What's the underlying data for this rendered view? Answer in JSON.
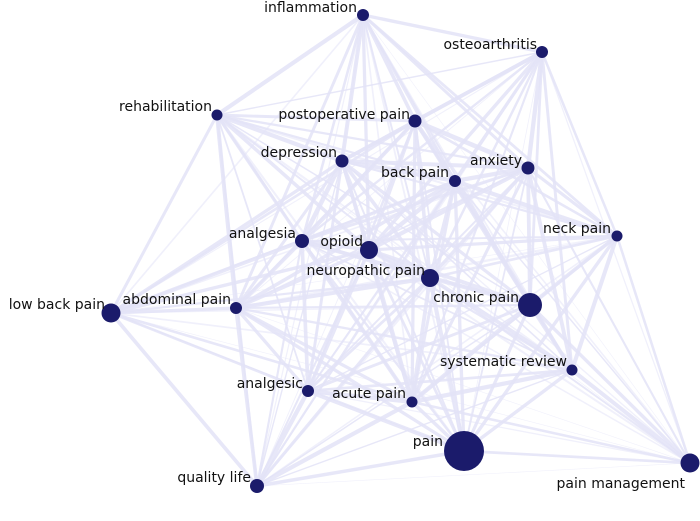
{
  "diagram": {
    "type": "keyword co-occurrence network",
    "colors": {
      "node": "#1b1b6b",
      "edge": "#e3e3f7",
      "label": "#111111",
      "background": "#ffffff"
    },
    "nodes": [
      {
        "id": "inflammation",
        "label": "inflammation",
        "size": 6
      },
      {
        "id": "osteoarthritis",
        "label": "osteoarthritis",
        "size": 6
      },
      {
        "id": "rehabilitation",
        "label": "rehabilitation",
        "size": 5.5
      },
      {
        "id": "postoperative-pain",
        "label": "postoperative pain",
        "size": 6.5
      },
      {
        "id": "depression",
        "label": "depression",
        "size": 6.5
      },
      {
        "id": "back-pain",
        "label": "back pain",
        "size": 6
      },
      {
        "id": "anxiety",
        "label": "anxiety",
        "size": 6.5
      },
      {
        "id": "neck-pain",
        "label": "neck pain",
        "size": 5.5
      },
      {
        "id": "analgesia",
        "label": "analgesia",
        "size": 7
      },
      {
        "id": "opioid",
        "label": "opioid",
        "size": 9
      },
      {
        "id": "neuropathic-pain",
        "label": "neuropathic pain",
        "size": 9
      },
      {
        "id": "low-back-pain",
        "label": "low back pain",
        "size": 9.5
      },
      {
        "id": "abdominal-pain",
        "label": "abdominal pain",
        "size": 6
      },
      {
        "id": "chronic-pain",
        "label": "chronic pain",
        "size": 12
      },
      {
        "id": "systematic-review",
        "label": "systematic review",
        "size": 5.5
      },
      {
        "id": "analgesic",
        "label": "analgesic",
        "size": 6
      },
      {
        "id": "acute-pain",
        "label": "acute pain",
        "size": 5.5
      },
      {
        "id": "pain",
        "label": "pain",
        "size": 20
      },
      {
        "id": "pain-management",
        "label": "pain management",
        "size": 9.5
      },
      {
        "id": "quality-life",
        "label": "quality life",
        "size": 7
      }
    ]
  }
}
